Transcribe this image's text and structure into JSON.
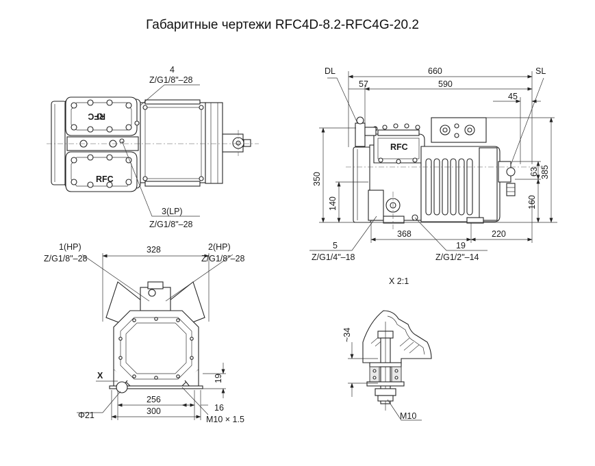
{
  "title": "Габаритные чертежи RFC4D-8.2-RFC4G-20.2",
  "brand_label": "RFC",
  "top_view": {
    "port4_num": "4",
    "port4_thread": "Z/G1/8\"–28",
    "port3_num": "3(LP)",
    "port3_thread": "Z/G1/8\"–28"
  },
  "side_view": {
    "dl": "DL",
    "sl": "SL",
    "dim_660": "660",
    "dim_57": "57",
    "dim_590": "590",
    "dim_45": "45",
    "dim_350": "350",
    "dim_140": "140",
    "dim_385": "385",
    "dim_63": "63",
    "dim_160": "160",
    "dim_368": "368",
    "dim_220": "220",
    "port5_num": "5",
    "port5_thread": "Z/G1/4\"–18",
    "port19_num": "19",
    "port19_thread": "Z/G1/2\"–14"
  },
  "front_view": {
    "port1_num": "1(HP)",
    "port1_thread": "Z/G1/8\"–28",
    "port2_num": "2(HP)",
    "port2_thread": "Z/G1/8\"–28",
    "dim_328": "328",
    "x_mark": "X",
    "dim_19": "19",
    "dim_256": "256",
    "dim_16": "16",
    "dim_300": "300",
    "phi21": "Φ21",
    "bolt": "M10 × 1.5"
  },
  "detail": {
    "label": "X 2:1",
    "dim_34": "~34",
    "bolt": "M10"
  }
}
